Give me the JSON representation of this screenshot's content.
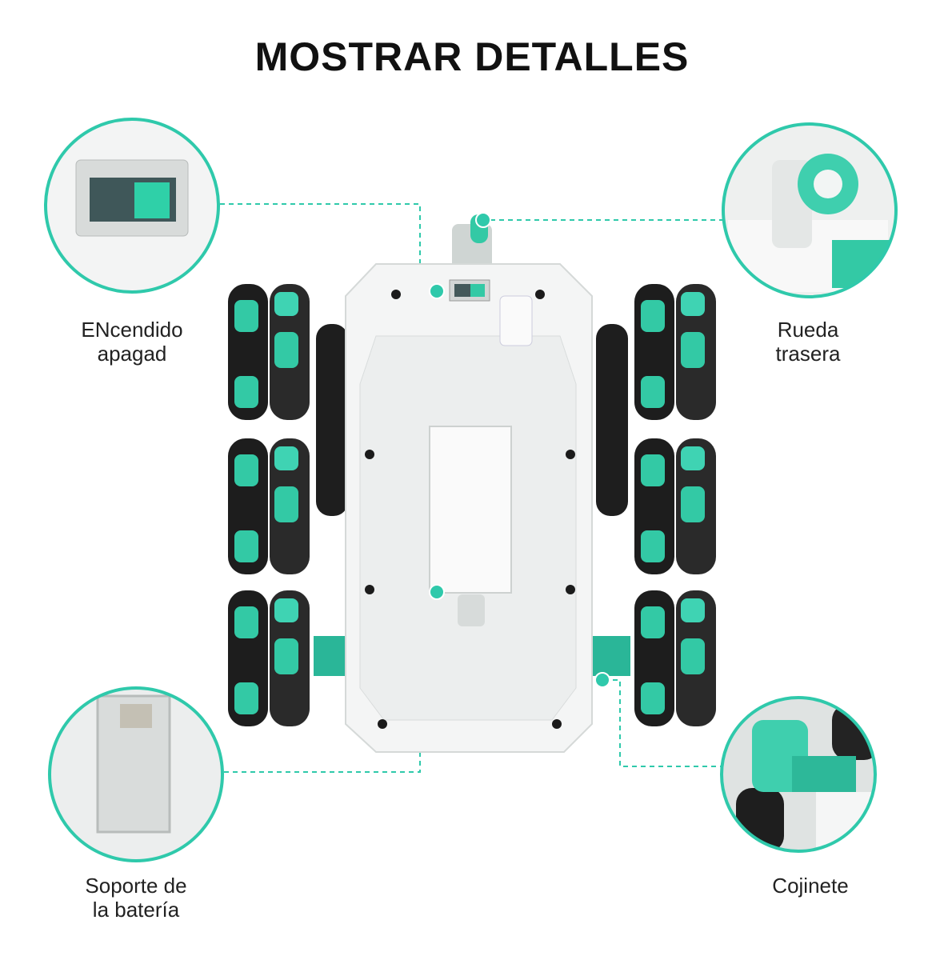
{
  "title": "MOSTRAR DETALLES",
  "accent_color": "#2fc9ab",
  "callouts": [
    {
      "id": "power-switch",
      "lines": [
        "ENcendido",
        "apagad"
      ]
    },
    {
      "id": "rear-wheel",
      "lines": [
        "Rueda",
        "trasera"
      ]
    },
    {
      "id": "battery-holder",
      "lines": [
        "Soporte de",
        "la batería"
      ]
    },
    {
      "id": "bearing",
      "lines": [
        "Cojinete"
      ]
    }
  ]
}
